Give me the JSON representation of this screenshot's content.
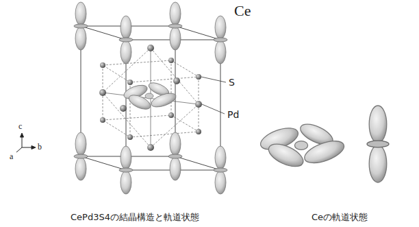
{
  "diagram": {
    "labels": [
      "Ce",
      "S",
      "Pd",
      "c",
      "b",
      "a",
      "CePd3S4の結晶構造と軌道状態",
      "Ceの軌道状態"
    ]
  }
}
